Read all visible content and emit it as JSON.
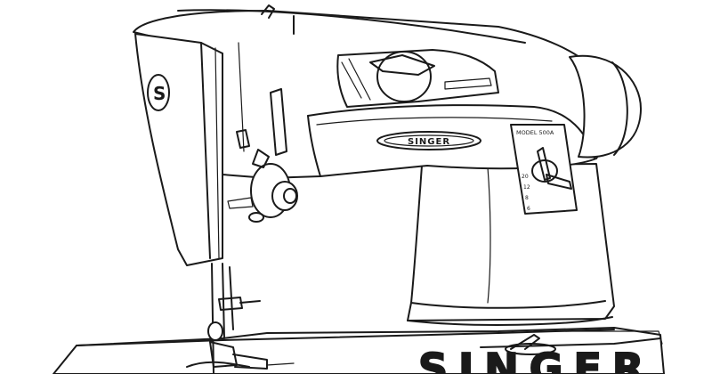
{
  "illustration": {
    "subject": "sewing-machine line drawing",
    "palette": {
      "line": "#1a1a1a",
      "paper": "#ffffff"
    }
  },
  "brand": {
    "logo_letter": "S",
    "nameplate": "SINGER",
    "model_label": "MODEL 500A",
    "stitch_numbers": [
      "20",
      "12",
      "8",
      "6"
    ],
    "base_text": "SINGER"
  }
}
